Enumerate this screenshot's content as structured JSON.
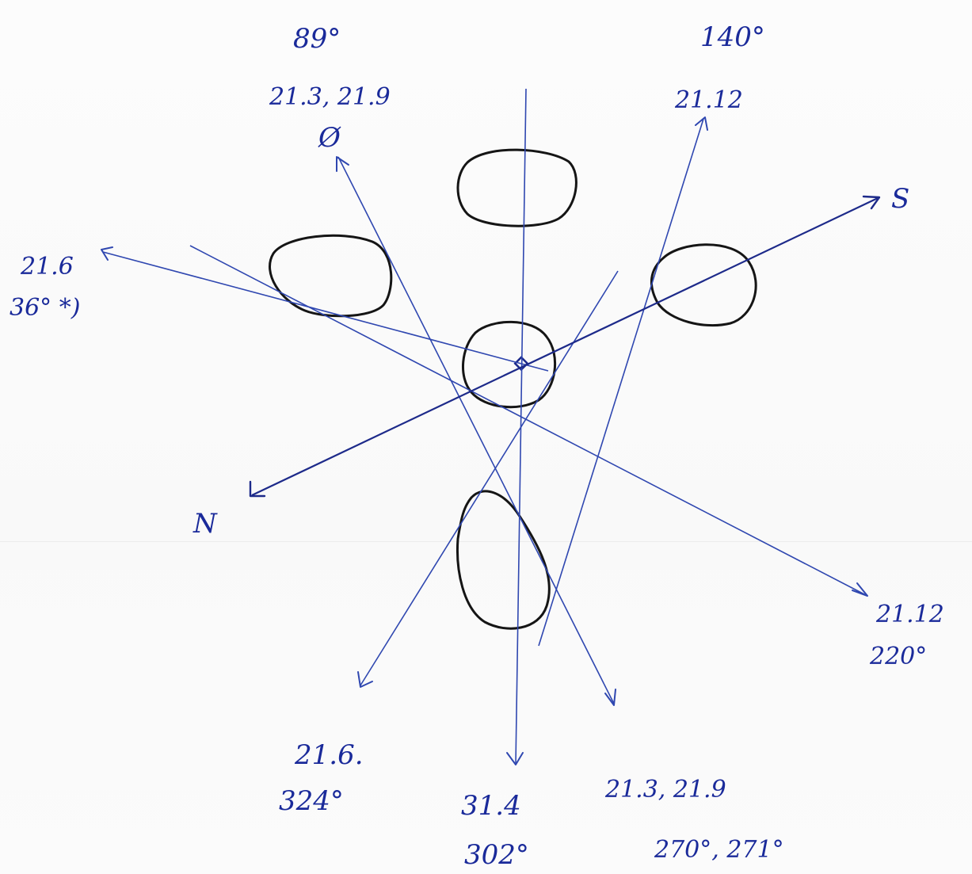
{
  "labels": {
    "top_left_angle": "89°",
    "top_left_temp": "21.3, 21.9",
    "top_left_mark": "Ø",
    "top_right_angle": "140°",
    "top_right_temp": "21.12",
    "east_dir": "S",
    "west_temp": "21.6",
    "west_angle": "36° *)",
    "south_west_dir": "N",
    "right_temp": "21.12",
    "right_angle": "220°",
    "bottom_left_temp": "21.6.",
    "bottom_left_angle": "324°",
    "bottom_center_temp": "31.4",
    "bottom_center_angle": "302°",
    "bottom_right_temp": "21.3, 21.9",
    "bottom_right_angle": "270°, 271°"
  },
  "colors": {
    "ink_blue": "#1a2a9a",
    "ray_blue": "#2f47b0",
    "pencil": "#151515"
  }
}
